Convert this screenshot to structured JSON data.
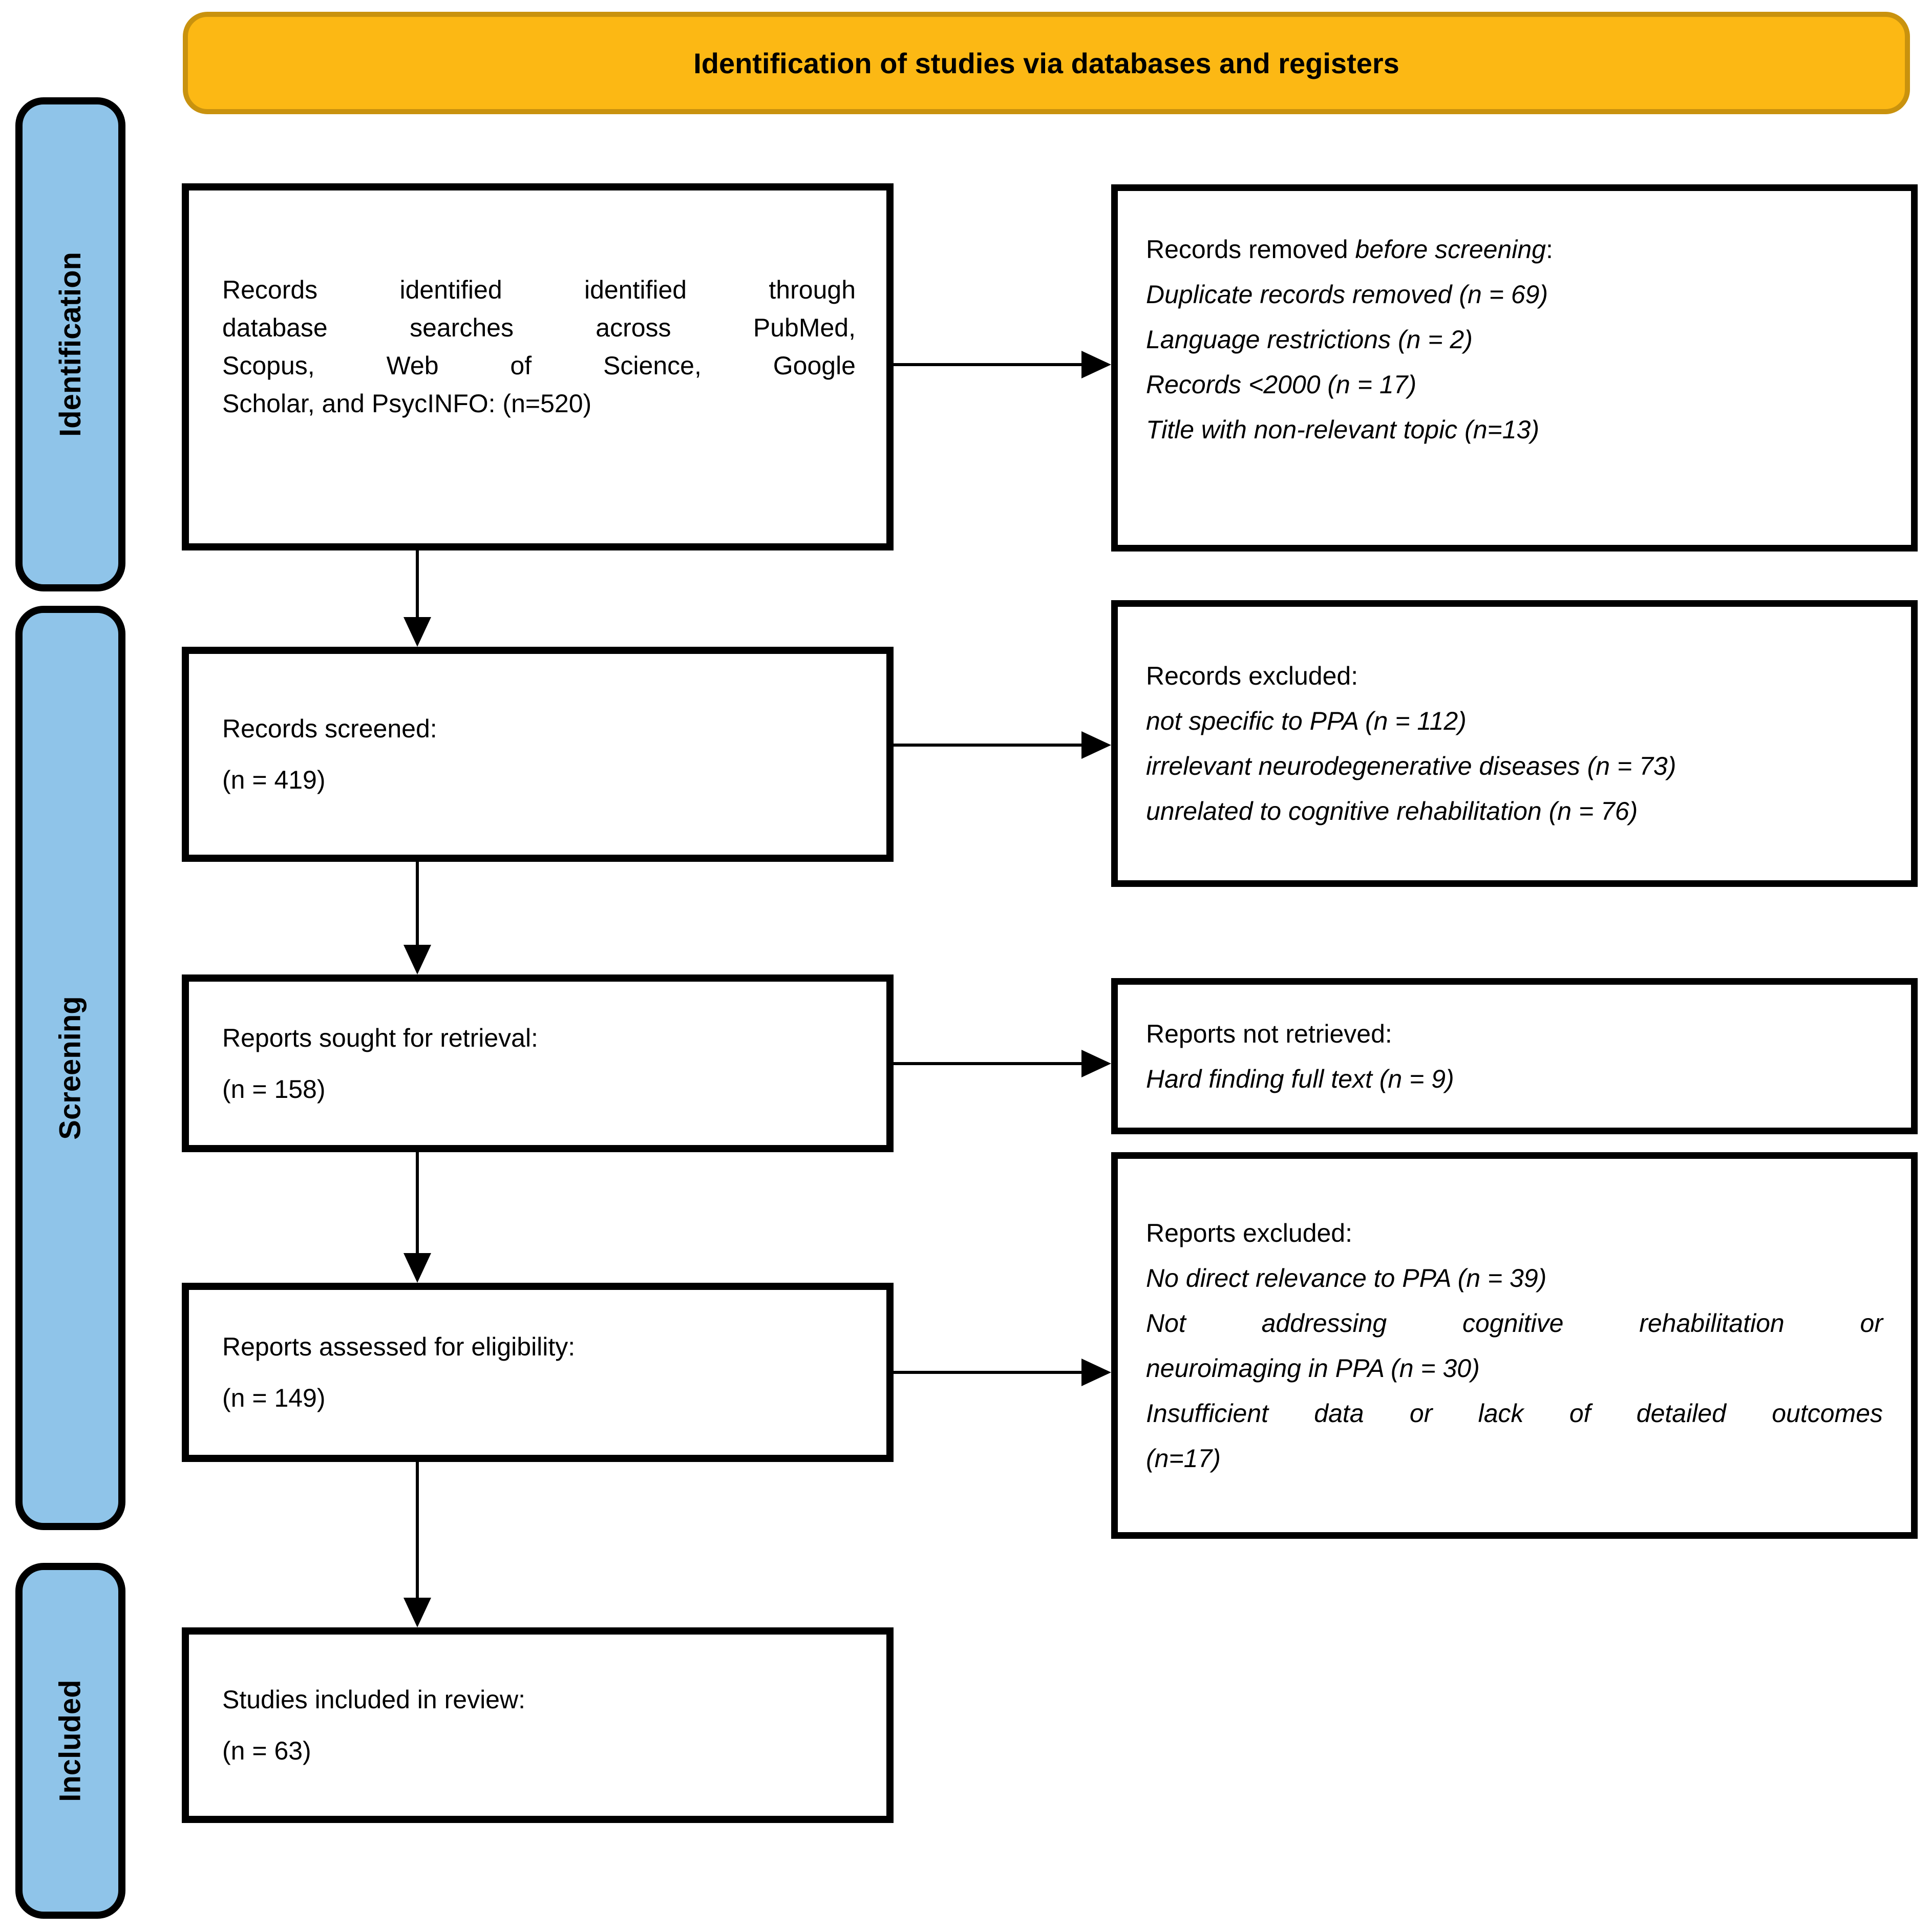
{
  "banner": {
    "title": "Identification of studies via databases and registers"
  },
  "colors": {
    "banner_fill": "#FCB814",
    "banner_border": "#C9920E",
    "sidebar_fill": "#8FC4E9",
    "box_border": "#000000"
  },
  "sidebar": {
    "items": [
      {
        "label": "Identification"
      },
      {
        "label": "Screening"
      },
      {
        "label": "Included"
      }
    ]
  },
  "flow": {
    "box1": {
      "lines": [
        "Records identified identified through",
        "database searches across PubMed,",
        "Scopus, Web of Science, Google",
        "Scholar, and PsycINFO: (n=520)"
      ]
    },
    "box2": {
      "title": "Records screened:",
      "count": "(n = 419)"
    },
    "box3": {
      "title": "Reports sought for retrieval:",
      "count": "(n = 158)"
    },
    "box4": {
      "title": "Reports assessed for eligibility:",
      "count": "(n = 149)"
    },
    "box5": {
      "title": "Studies included in review:",
      "count": "(n = 63)"
    }
  },
  "exclusions": {
    "rbox1": {
      "heading_prefix": "Records removed ",
      "heading_italic": "before screening",
      "heading_suffix": ":",
      "items": [
        "Duplicate records removed (n = 69)",
        "Language restrictions (n = 2)",
        "Records <2000 (n = 17)",
        "Title with non-relevant topic (n=13)"
      ]
    },
    "rbox2": {
      "heading": "Records excluded:",
      "items": [
        "not specific to PPA (n = 112)",
        "irrelevant neurodegenerative diseases (n = 73)",
        "unrelated to cognitive rehabilitation (n = 76)"
      ]
    },
    "rbox3": {
      "heading": "Reports not retrieved:",
      "items": [
        "Hard finding full text (n = 9)"
      ]
    },
    "rbox4": {
      "heading": "Reports excluded:",
      "lines": [
        "No direct relevance to PPA (n = 39)",
        "Not addressing cognitive rehabilitation or",
        "neuroimaging in PPA (n = 30)",
        "Insufficient data or lack of detailed outcomes",
        "(n=17)"
      ]
    }
  }
}
